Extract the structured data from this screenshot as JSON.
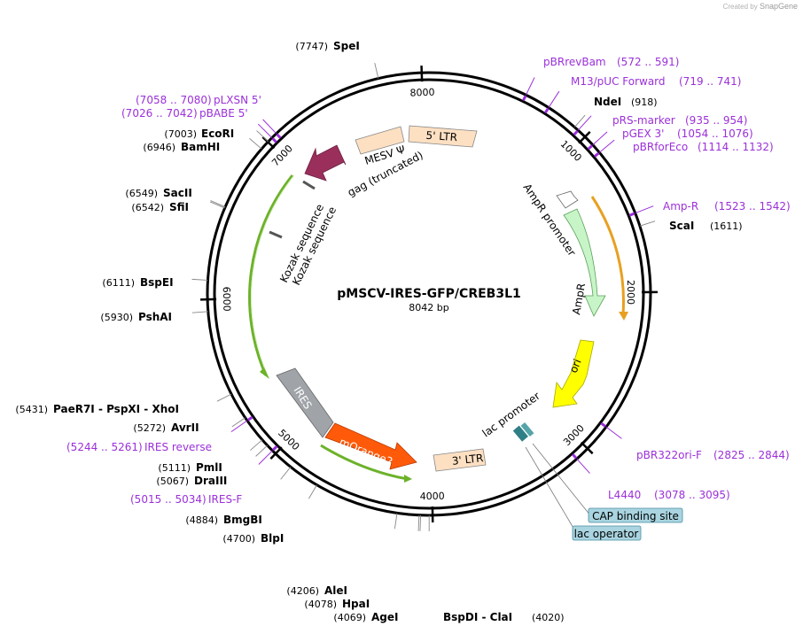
{
  "credit": {
    "prefix": "Created by",
    "brand": "SnapGene"
  },
  "plasmid": {
    "name": "pMSCV-IRES-GFP/CREB3L1",
    "size_label": "8042 bp",
    "length": 8042
  },
  "ticks": [
    {
      "pos": 1000,
      "label": "1000"
    },
    {
      "pos": 2000,
      "label": "2000"
    },
    {
      "pos": 3000,
      "label": "3000"
    },
    {
      "pos": 4000,
      "label": "4000"
    },
    {
      "pos": 5000,
      "label": "5000"
    },
    {
      "pos": 6000,
      "label": "6000"
    },
    {
      "pos": 7000,
      "label": "7000"
    },
    {
      "pos": 8000,
      "label": "8000"
    }
  ],
  "sites": [
    {
      "name": "SpeI",
      "pos_label": "(7747)",
      "pos": 7747
    },
    {
      "name": "NdeI",
      "pos_label": "(918)",
      "pos": 918
    },
    {
      "name": "EcoRI",
      "pos_label": "(7003)",
      "pos": 7003
    },
    {
      "name": "BamHI",
      "pos_label": "(6946)",
      "pos": 6946
    },
    {
      "name": "SacII",
      "pos_label": "(6549)",
      "pos": 6549
    },
    {
      "name": "SfiI",
      "pos_label": "(6542)",
      "pos": 6542
    },
    {
      "name": "ScaI",
      "pos_label": "(1611)",
      "pos": 1611
    },
    {
      "name": "BspEI",
      "pos_label": "(6111)",
      "pos": 6111
    },
    {
      "name": "PshAI",
      "pos_label": "(5930)",
      "pos": 5930
    },
    {
      "name": "PaeR7I  - PspXI  - XhoI",
      "pos_label": "(5431)",
      "pos": 5431
    },
    {
      "name": "AvrII",
      "pos_label": "(5272)",
      "pos": 5272
    },
    {
      "name": "PmlI",
      "pos_label": "(5111)",
      "pos": 5111
    },
    {
      "name": "DraIII",
      "pos_label": "(5067)",
      "pos": 5067
    },
    {
      "name": "BmgBI",
      "pos_label": "(4884)",
      "pos": 4884
    },
    {
      "name": "BlpI",
      "pos_label": "(4700)",
      "pos": 4700
    },
    {
      "name": "AleI",
      "pos_label": "(4206)",
      "pos": 4206
    },
    {
      "name": "HpaI",
      "pos_label": "(4078)",
      "pos": 4078
    },
    {
      "name": "AgeI",
      "pos_label": "(4069)",
      "pos": 4069
    },
    {
      "name": "BspDI  - ClaI",
      "pos_label": "(4020)",
      "pos": 4020
    }
  ],
  "primers": [
    {
      "name": "pBRrevBam",
      "range": "(572 .. 591)",
      "pos": 580
    },
    {
      "name": "M13/pUC Forward",
      "range": "(719 .. 741)",
      "pos": 730
    },
    {
      "name": "pRS-marker",
      "range": "(935 .. 954)",
      "pos": 945
    },
    {
      "name": "pGEX 3'",
      "range": "(1054 .. 1076)",
      "pos": 1065
    },
    {
      "name": "pBRforEco",
      "range": "(1114 .. 1132)",
      "pos": 1123
    },
    {
      "name": "Amp-R",
      "range": "(1523 .. 1542)",
      "pos": 1532
    },
    {
      "name": "pBR322ori-F",
      "range": "(2825 .. 2844)",
      "pos": 2835
    },
    {
      "name": "L4440",
      "range": "(3078 .. 3095)",
      "pos": 3086
    },
    {
      "name": "pLXSN 5'",
      "range": "(7058 .. 7080)",
      "pos": 7069
    },
    {
      "name": "pBABE 5'",
      "range": "(7026 .. 7042)",
      "pos": 7034
    },
    {
      "name": "IRES reverse",
      "range": "(5244 .. 5261)",
      "pos": 5252
    },
    {
      "name": "IRES-F",
      "range": "(5015 .. 5034)",
      "pos": 5025
    }
  ],
  "features": {
    "ltr5": "5' LTR",
    "mesv": "MESV Ψ",
    "gag": "gag (truncated)",
    "kozak1": "Kozak sequence",
    "kozak2": "Kozak sequence",
    "ampr_promoter": "AmpR promoter",
    "ampr": "AmpR",
    "ori": "ori",
    "ltr3": "3' LTR",
    "lac_promoter": "lac promoter",
    "ires": "IRES",
    "morange": "mOrange2",
    "cap": "CAP binding site",
    "lacop": "lac operator"
  },
  "colors": {
    "primer": "#9b30d9",
    "ltr": "#fde0c2",
    "gag": "#9b2f5c",
    "ampr": "#c8f5c8",
    "ampr_promoter": "#ffffff",
    "ampr_orange": "#e8a020",
    "ori": "#ffff00",
    "ires": "#a0a4a8",
    "morange": "#ff5a0a",
    "insert_green": "#6cb22a",
    "lac_teal": "#2e7f86",
    "box_fill": "#a9d4e0"
  }
}
